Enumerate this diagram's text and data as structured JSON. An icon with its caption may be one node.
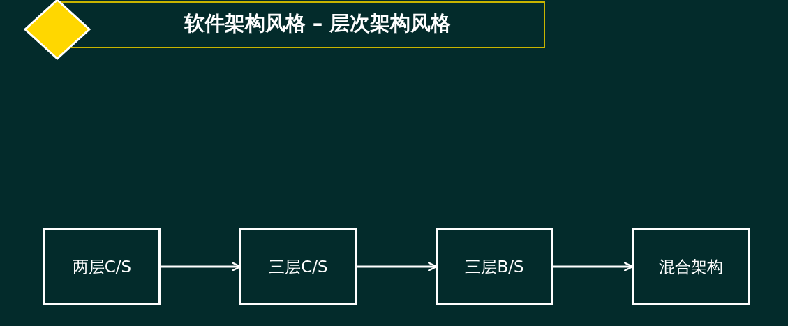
{
  "diagram": {
    "title": "软件架构风格 – 层次架构风格",
    "nodes": [
      {
        "text": [
          "两层C/S"
        ]
      },
      {
        "text": [
          "三层C/S"
        ]
      },
      {
        "text": [
          "三层B/S"
        ]
      },
      {
        "text": [
          "混合架构"
        ]
      }
    ],
    "edges": [
      {
        "from": 0,
        "to": 1,
        "arrow": "to"
      },
      {
        "from": 1,
        "to": 2,
        "arrow": "to"
      },
      {
        "from": 2,
        "to": 3,
        "arrow": "to"
      }
    ]
  }
}
